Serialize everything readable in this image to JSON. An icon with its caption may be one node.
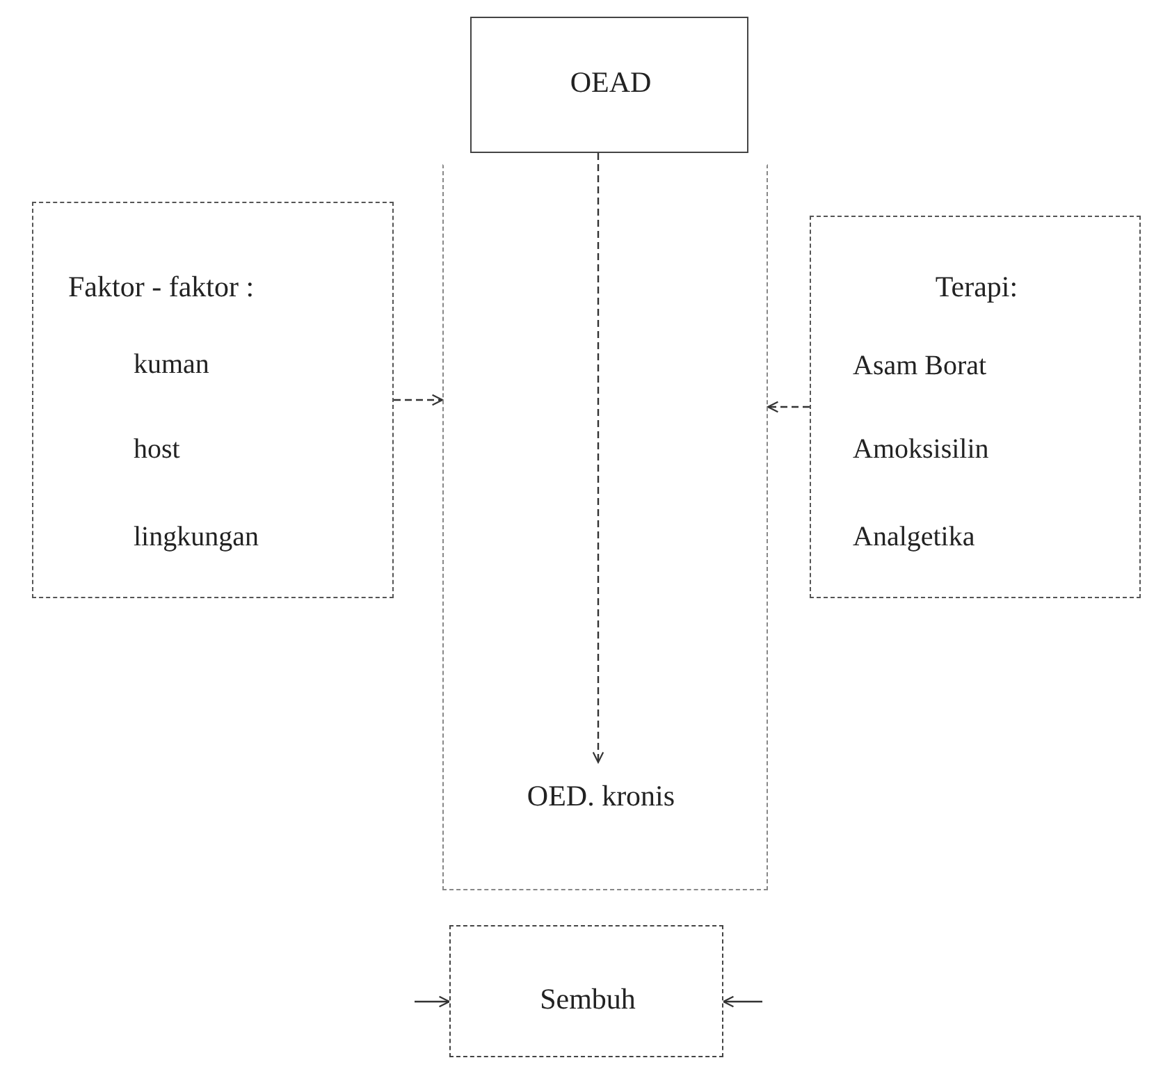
{
  "diagram": {
    "nodes": [
      {
        "text": [
          "OEAD"
        ]
      },
      {
        "text": [],
        "shape": "box"
      },
      {
        "text": [
          "Faktor - faktor :",
          "kuman",
          "host",
          "lingkungan"
        ]
      },
      {
        "text": [
          "Terapi:",
          "Asam Borat",
          "Amoksisilin",
          "Analgetika"
        ]
      },
      {
        "text": [
          "OED. kronis"
        ],
        "in": 1
      },
      {
        "text": [
          "Sembuh"
        ]
      }
    ],
    "edges": [
      {
        "from": 2,
        "to": 1,
        "arrow": "to",
        "style": "dashed"
      },
      {
        "from": 3,
        "to": 1,
        "arrow": "to",
        "style": "dashed"
      },
      {
        "from": 0,
        "to": 4,
        "arrow": "to",
        "style": "dashed"
      },
      {
        "from": null,
        "to": 5,
        "arrow": "to"
      },
      {
        "from": null,
        "to": 5,
        "arrow": "to"
      }
    ]
  }
}
